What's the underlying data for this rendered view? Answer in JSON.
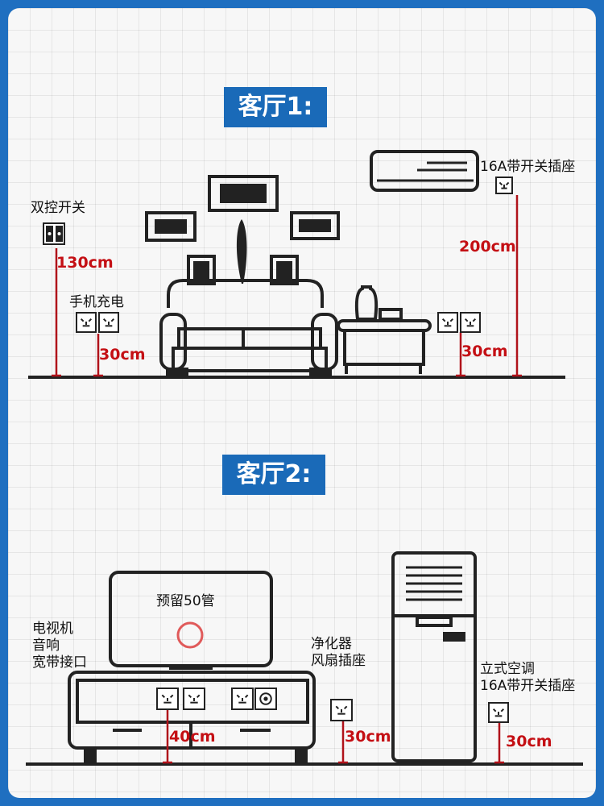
{
  "sections": [
    {
      "title": "客厅1:",
      "labels": {
        "double_switch": "双控开关",
        "phone_charging": "手机充电",
        "ac_socket": "16A带开关插座"
      },
      "measurements": {
        "switch_height": "130cm",
        "charging_height": "30cm",
        "side_height": "30cm",
        "ac_height": "200cm"
      }
    },
    {
      "title": "客厅2:",
      "labels": {
        "tv_reserve": "预留50管",
        "tv_group_line1": "电视机",
        "tv_group_line2": "音响",
        "tv_group_line3": "宽带接口",
        "purifier_line1": "净化器",
        "purifier_line2": "风扇插座",
        "floor_ac_line1": "立式空调",
        "floor_ac_line2": "16A带开关插座"
      },
      "measurements": {
        "tv_socket_height": "40cm",
        "purifier_height": "30cm",
        "floor_ac_height": "30cm"
      }
    }
  ],
  "colors": {
    "border": "#1f6fc0",
    "title_bg": "#1a6ab8",
    "measure_red": "#c40f14",
    "reserve_circle": "#e05a5a"
  }
}
